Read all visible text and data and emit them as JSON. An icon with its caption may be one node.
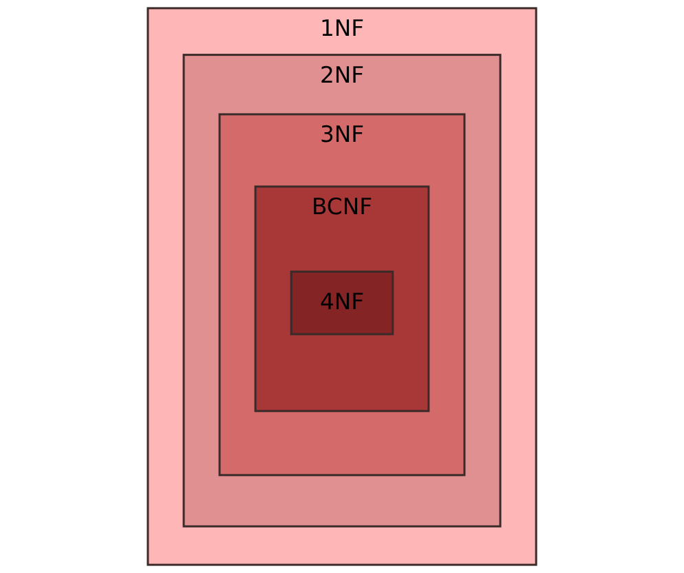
{
  "diagram": {
    "nodes": [
      {
        "text": [
          "1NF"
        ]
      },
      {
        "text": [
          "2NF"
        ],
        "in": 0
      },
      {
        "text": [
          "3NF"
        ],
        "in": 1
      },
      {
        "text": [
          "BCNF"
        ],
        "in": 2
      },
      {
        "text": [
          "4NF"
        ],
        "in": 3
      }
    ],
    "edges": []
  }
}
